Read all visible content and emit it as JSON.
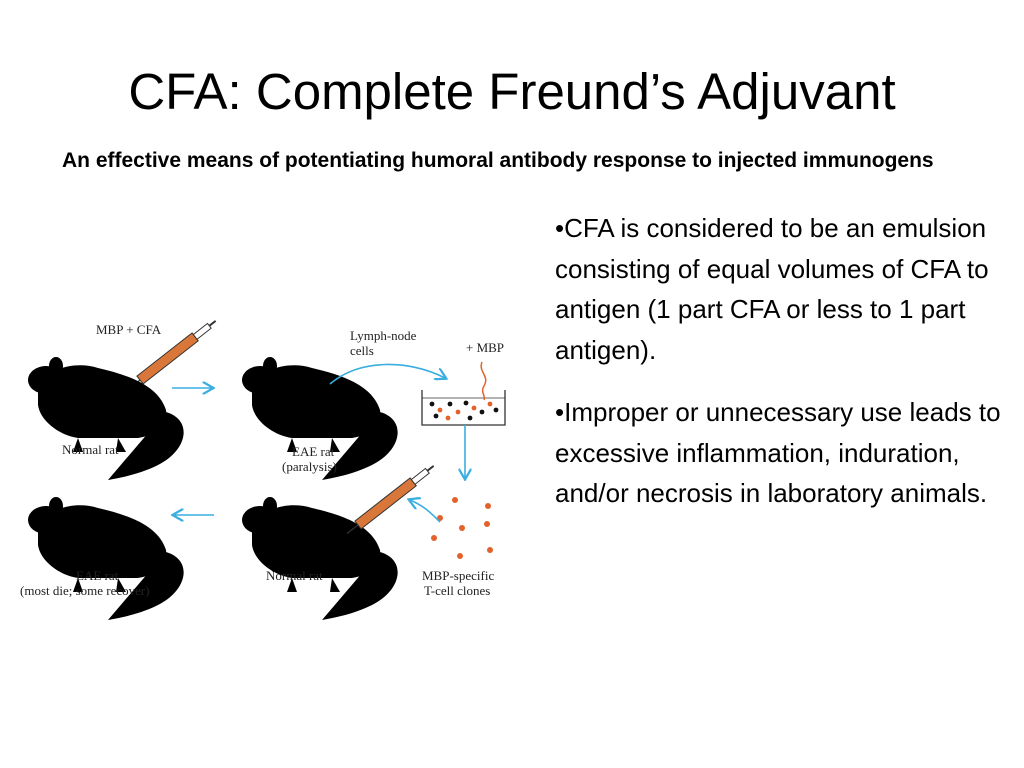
{
  "slide": {
    "title": "CFA: Complete Freund’s Adjuvant",
    "subtitle": "An effective means of potentiating humoral antibody response to injected immunogens",
    "bullets": [
      "•CFA is considered to be an emulsion consisting of equal volumes of CFA to antigen (1 part CFA or less to 1 part antigen).",
      "•Improper or unnecessary use leads to excessive inflammation, induration, and/or necrosis in laboratory animals."
    ]
  },
  "figure": {
    "labels": {
      "mbp_cfa": "MBP  +  CFA",
      "normal_rat_1": "Normal rat",
      "lymph_node_1": "Lymph-node",
      "lymph_node_2": "cells",
      "plus_mbp": "+ MBP",
      "eae_rat_1": "EAE rat",
      "paralysis": "(paralysis)",
      "eae_rat_2": "EAE rat",
      "most_die": "(most die; some recover)",
      "normal_rat_2": "Normal rat",
      "mbp_specific": "MBP-specific",
      "t_cell_clones": "T-cell clones"
    },
    "colors": {
      "arrow": "#3aaee0",
      "syringe": "#d9773a",
      "dot_red": "#e3622b",
      "dot_black": "#111111"
    }
  }
}
